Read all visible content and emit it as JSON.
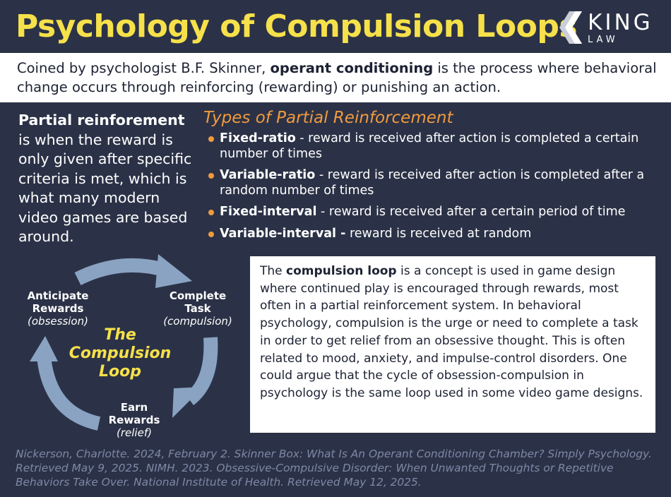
{
  "header": {
    "title": "Psychology of Compulsion Loops",
    "logo_word": "KING",
    "logo_sub": "LAW"
  },
  "intro": {
    "pre": "Coined by psychologist B.F. Skinner, ",
    "bold": "operant conditioning",
    "post": " is the process where behavioral change occurs through reinforcing (rewarding) or punishing an action."
  },
  "partial": {
    "bold": "Partial reinforement",
    "rest": " is when the reward is only given after specific criteria is met, which is what many modern video games are based around."
  },
  "types": {
    "title": "Types of Partial Reinforcement",
    "items": [
      {
        "term": "Fixed-ratio",
        "desc": " - reward is received after action is completed a certain number of times"
      },
      {
        "term": "Variable-ratio",
        "desc": " - reward is received after action is completed after a random number of times"
      },
      {
        "term": "Fixed-interval",
        "desc": " - reward is received after a certain period of time"
      },
      {
        "term": "Variable-interval -",
        "desc": " reward is received at random"
      }
    ]
  },
  "loop": {
    "center_line1": "The",
    "center_line2": "Compulsion",
    "center_line3": "Loop",
    "anticipate": {
      "line1": "Anticipate",
      "line2": "Rewards",
      "sub": "(obsession)"
    },
    "complete": {
      "line1": "Complete",
      "line2": "Task",
      "sub": "(compulsion)"
    },
    "earn": {
      "line1": "Earn",
      "line2": "Rewards",
      "sub": "(relief)"
    }
  },
  "compulsion_box": {
    "pre": "The ",
    "bold": "compulsion loop",
    "post": " is a concept is used in game design where continued play is encouraged through rewards, most often in a partial reinforcement system. In behavioral psychology, compulsion is the urge or need to complete a task in order to get relief from an obsessive thought. This is often related to mood, anxiety, and impulse-control disorders. One could argue that the cycle of obsession-compulsion in psychology is the same loop used in some video game designs."
  },
  "citation": "Nickerson, Charlotte. 2024, February 2. Skinner Box: What Is An Operant Conditioning Chamber? Simply Psychology. Retrieved May 9, 2025. NIMH. 2023. Obsessive-Compulsive Disorder: When Unwanted Thoughts or Repetitive Behaviors Take Over. National Institute of Health. Retrieved May 12, 2025.",
  "colors": {
    "background": "#2b3247",
    "title_yellow": "#f6e14a",
    "accent_orange": "#f19a3e",
    "arrow_blue": "#8aa3c2",
    "citation_blue": "#7d88a6"
  }
}
